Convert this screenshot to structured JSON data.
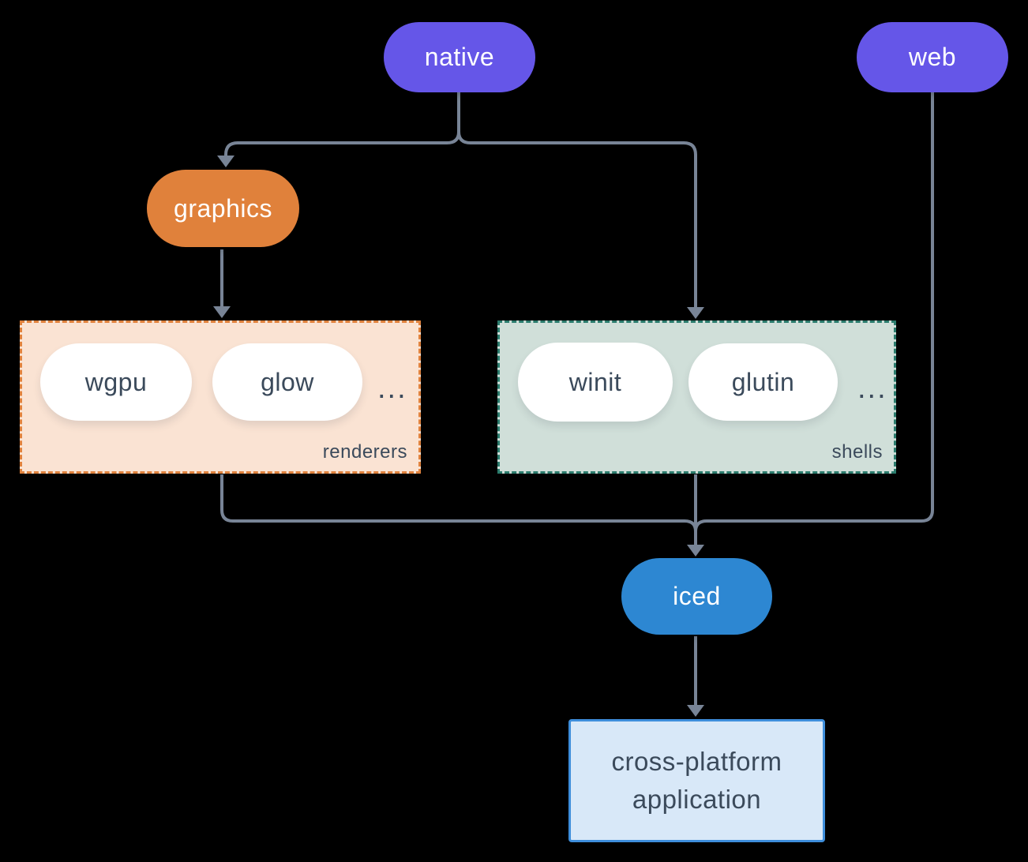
{
  "background": "#000000",
  "edge_color": "#788496",
  "nodes": {
    "native": {
      "label": "native",
      "color": "#6556e8",
      "text_color": "#ffffff"
    },
    "web": {
      "label": "web",
      "color": "#6556e8",
      "text_color": "#ffffff"
    },
    "graphics": {
      "label": "graphics",
      "color": "#e0813b",
      "text_color": "#ffffff"
    },
    "iced": {
      "label": "iced",
      "color": "#2d87d2",
      "text_color": "#ffffff"
    },
    "application": {
      "line1": "cross-platform",
      "line2": "application",
      "fill": "#d8e8f8",
      "border_color": "#3e8edb",
      "text_color": "#3b4a5b"
    }
  },
  "groups": {
    "renderers": {
      "label": "renderers",
      "items": [
        "wgpu",
        "glow"
      ],
      "ellipsis": "...",
      "fill": "#fae3d3",
      "border_color": "#e0823d",
      "text_color": "#3b4a5b"
    },
    "shells": {
      "label": "shells",
      "items": [
        "winit",
        "glutin"
      ],
      "ellipsis": "...",
      "fill": "#d0dfd9",
      "border_color": "#2b7c6d",
      "text_color": "#3b4a5b"
    }
  }
}
